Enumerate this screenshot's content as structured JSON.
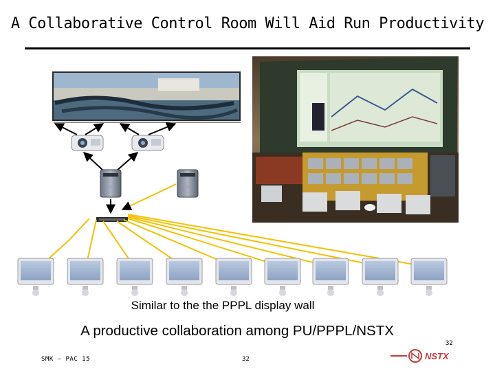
{
  "slide": {
    "title": "A Collaborative Control Room Will Aid Run Productivity",
    "caption_display_wall": "Similar to the the PPPL display wall",
    "caption_collaboration": "A productive collaboration among PU/PPPL/NSTX",
    "footer_left": "SMK – PAC 15",
    "footer_center": "32",
    "page_number": "32",
    "logo_text": "NSTX"
  },
  "colors": {
    "link_lines": "#f2c200",
    "arrows": "#000000",
    "control_room_wall": "#6b5a45",
    "logo": "#c23b3b"
  },
  "diagram": {
    "projectors": 2,
    "computers": 2,
    "workstation_monitors": 9
  }
}
